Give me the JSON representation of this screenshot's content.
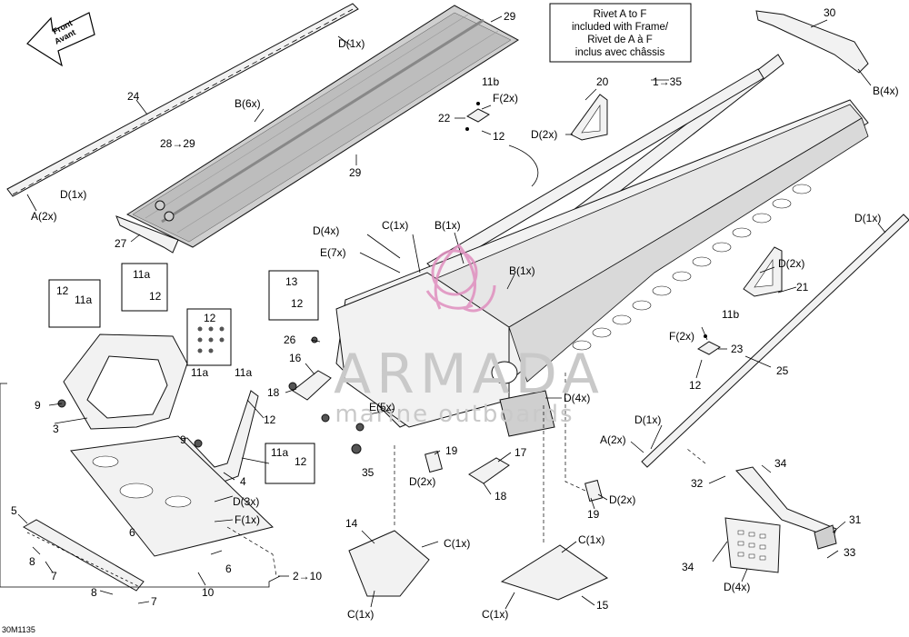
{
  "diagram_code": "30M1135",
  "front_arrow": {
    "line1": "Front",
    "line2": "Avant"
  },
  "rivet_note": {
    "line1": "Rivet A to F",
    "line2": "included with Frame/",
    "line3": "Rivet de A à F",
    "line4": "inclus avec châssis"
  },
  "labels": {
    "l29a": "29",
    "l29b": "29",
    "l24": "24",
    "lB6": "B(6x)",
    "l28": "28→29",
    "lD1a": "D(1x)",
    "lD1b": "D(1x)",
    "lA2a": "A(2x)",
    "l27": "27",
    "l30": "30",
    "lB4": "B(4x)",
    "l1_35": "1→35",
    "l11b_a": "11b",
    "lF2a": "F(2x)",
    "l22": "22",
    "l12a": "12",
    "l20": "20",
    "lD2a": "D(2x)",
    "lD4a": "D(4x)",
    "lC1a": "C(1x)",
    "lB1a": "B(1x)",
    "lE7": "E(7x)",
    "lB1b": "B(1x)",
    "l11a_a": "11a",
    "l12b": "12",
    "l12c": "12",
    "l11a_b": "11a",
    "l13": "13",
    "l12d": "12",
    "l12e": "12",
    "l11a_c": "11a",
    "l11a_d": "11a",
    "l26": "26",
    "l16": "16",
    "l18a": "18",
    "l9a": "9",
    "l3": "3",
    "l9b": "9",
    "l12f": "12",
    "l4": "4",
    "l11a_e": "11a",
    "l12g": "12",
    "lE5": "E(5x)",
    "l35": "35",
    "l19a": "19",
    "lD2b": "D(2x)",
    "l17": "17",
    "l18b": "18",
    "lD4b": "D(4x)",
    "l19b": "19",
    "lD2c": "D(2x)",
    "lD1c": "D(1x)",
    "lD2d": "D(2x)",
    "l21": "21",
    "l11b_b": "11b",
    "lF2b": "F(2x)",
    "l23": "23",
    "l12h": "12",
    "l25": "25",
    "lD1d": "D(1x)",
    "lA2b": "A(2x)",
    "l34a": "34",
    "l32": "32",
    "l31": "31",
    "l34b": "34",
    "l33": "33",
    "lD4c": "D(4x)",
    "l5": "5",
    "l8a": "8",
    "l7a": "7",
    "l6a": "6",
    "lD3": "D(3x)",
    "lF1": "F(1x)",
    "l6b": "6",
    "l8b": "8",
    "l7b": "7",
    "l10": "10",
    "l2_10": "2→10",
    "l14": "14",
    "lC1b": "C(1x)",
    "lC1c": "C(1x)",
    "l15": "15",
    "lC1d": "C(1x)",
    "lC1e": "C(1x)"
  },
  "watermark": {
    "brand": "ARMADA",
    "tagline": "marine outboards"
  }
}
